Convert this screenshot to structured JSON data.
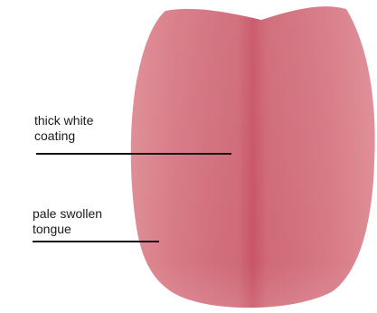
{
  "diagram": {
    "labels": [
      {
        "id": "coating",
        "text": "thick white\ncoating"
      },
      {
        "id": "swollen",
        "text": "pale swollen\ntongue"
      }
    ],
    "colors": {
      "tongue_base": "#d3707e",
      "tongue_edge": "#df8d95",
      "tongue_center": "#c85566",
      "leader_line": "#111111",
      "background": "#ffffff"
    }
  }
}
